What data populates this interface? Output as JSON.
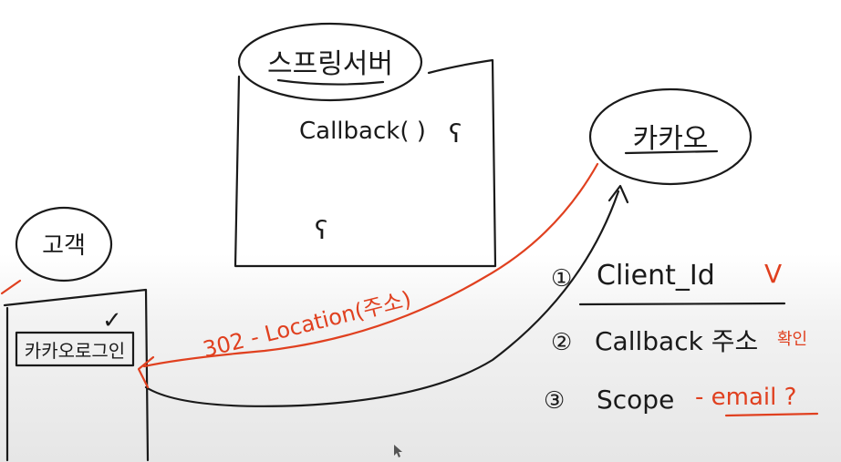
{
  "nodes": {
    "spring_server": {
      "label": "스프링서버"
    },
    "server_code": {
      "callback": "Callback( )",
      "brace_open": "ʕ",
      "brace_close": "ʕ"
    },
    "kakao": {
      "label": "카카오"
    },
    "browser": {
      "label": "고객",
      "button": "카카오로그인",
      "check": "✓"
    }
  },
  "redirect": {
    "label": "302 - Location(주소)"
  },
  "checklist": [
    {
      "num": "①",
      "text": "Client_Id",
      "mark": "V"
    },
    {
      "num": "②",
      "text": "Callback 주소",
      "mark": "확인"
    },
    {
      "num": "③",
      "text": "Scope",
      "mark": "- email ?"
    }
  ],
  "colors": {
    "ink": "#1a1a1a",
    "accent": "#e0401f"
  }
}
